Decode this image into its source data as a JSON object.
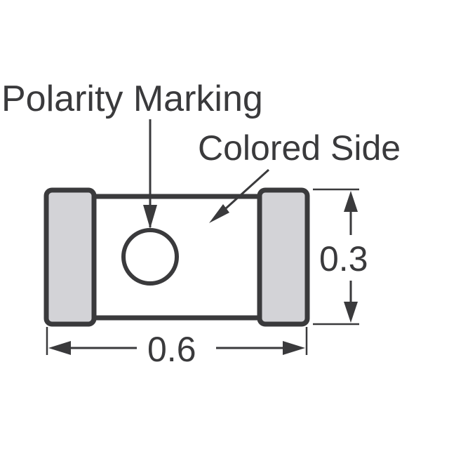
{
  "labels": {
    "polarity_marking": "Polarity Marking",
    "colored_side": "Colored Side"
  },
  "dimensions": {
    "height": "0.3",
    "width": "0.6"
  },
  "colors": {
    "stroke": "#3a3a3c",
    "terminal_fill": "#d3d3d7",
    "body_fill": "#ffffff"
  }
}
